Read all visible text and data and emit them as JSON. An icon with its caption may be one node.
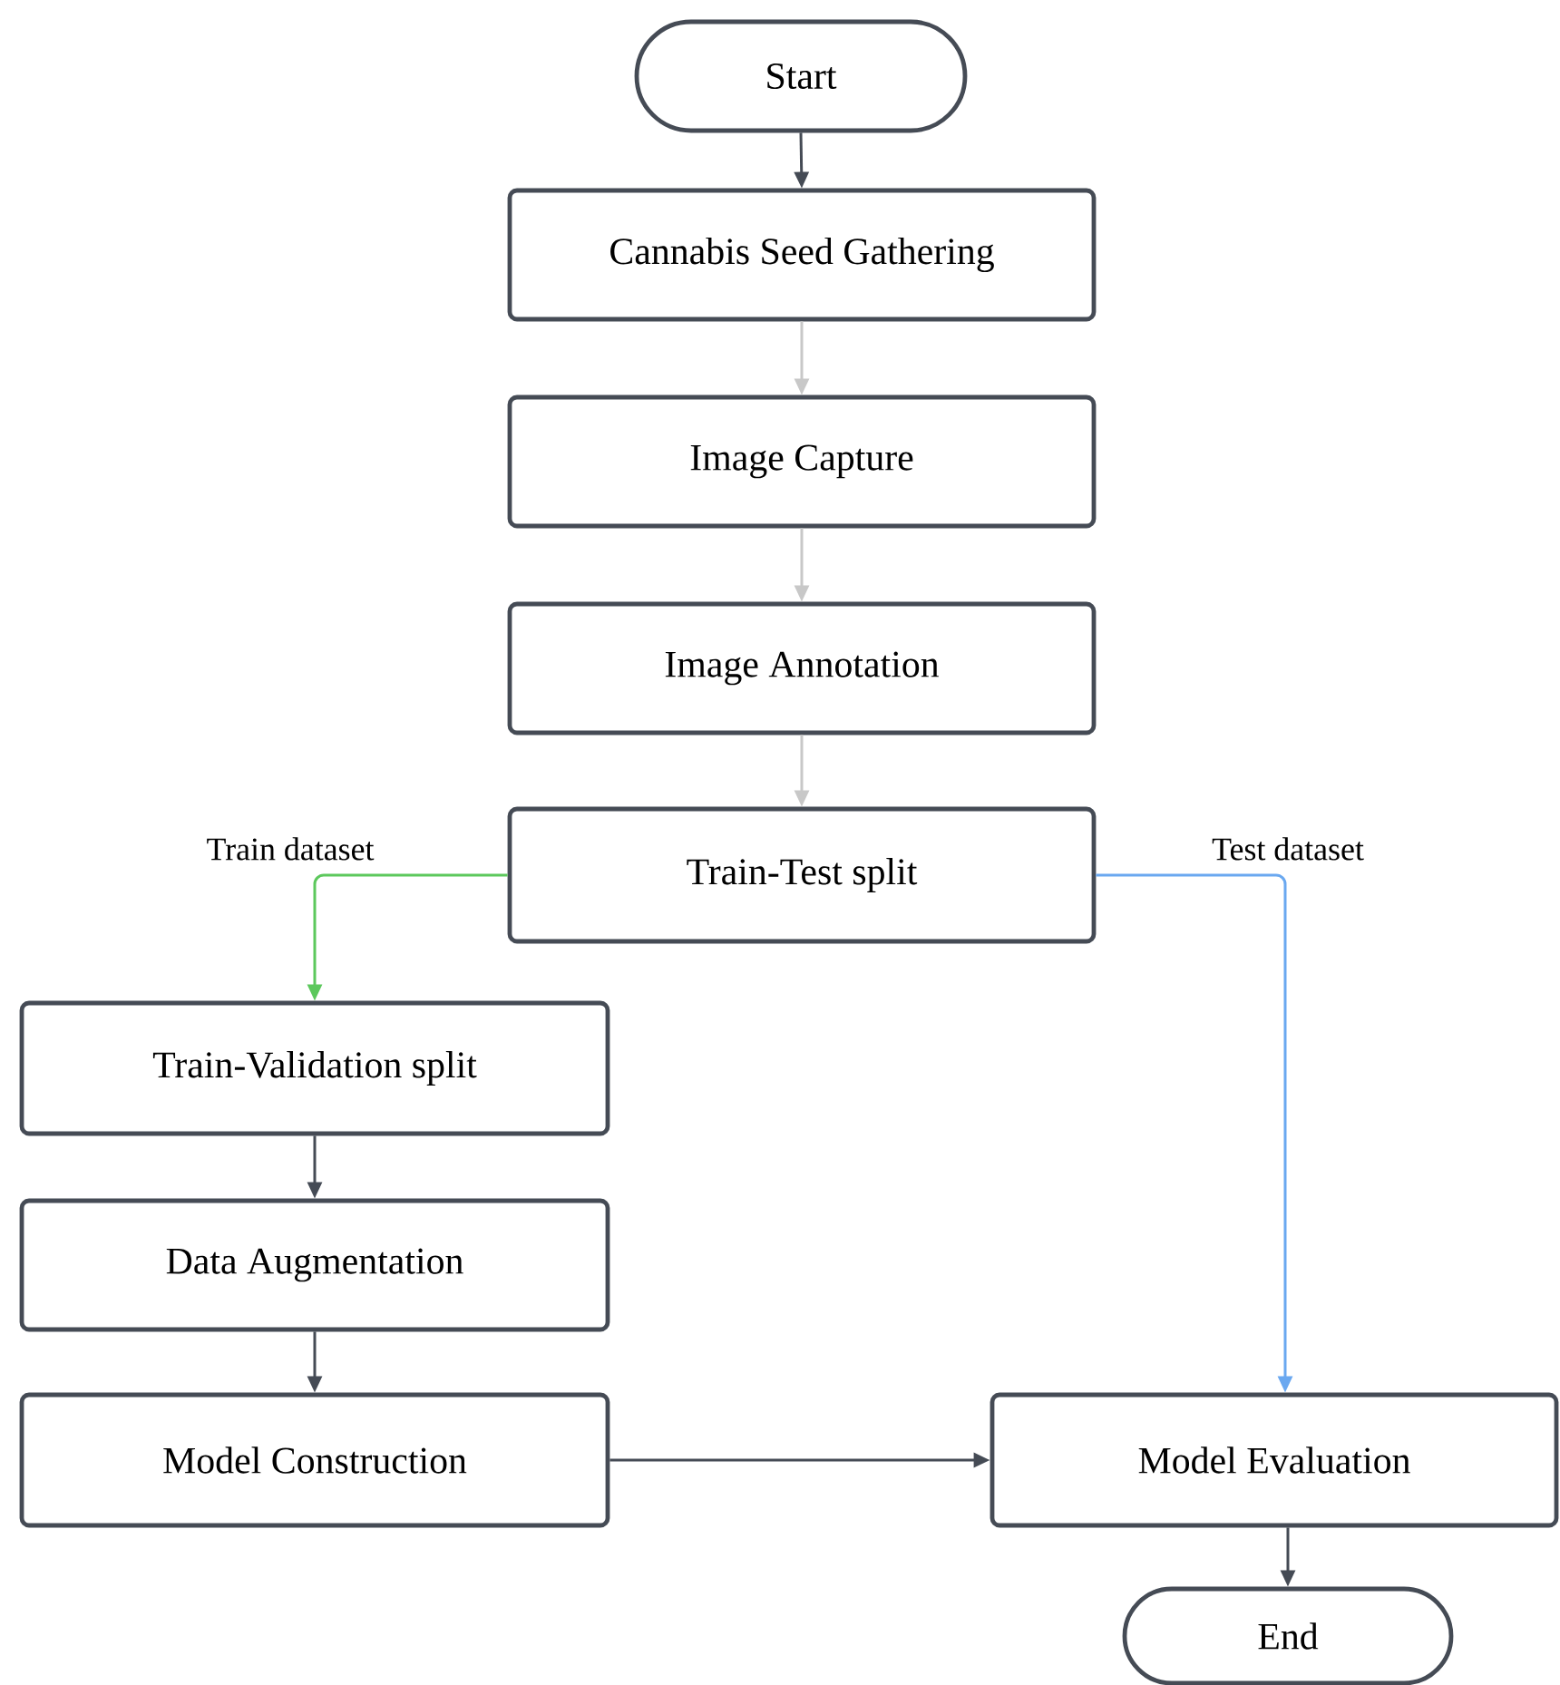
{
  "diagram": {
    "nodes": [
      {
        "text": [
          "Start"
        ]
      },
      {
        "text": [
          "Cannabis Seed Gathering"
        ]
      },
      {
        "text": [
          "Image Capture"
        ]
      },
      {
        "text": [
          "Image Annotation"
        ]
      },
      {
        "text": [
          "Train-Test split"
        ]
      },
      {
        "text": [
          "Train-Validation split"
        ]
      },
      {
        "text": [
          "Data Augmentation"
        ]
      },
      {
        "text": [
          "Model Construction"
        ]
      },
      {
        "text": [
          "Model Evaluation"
        ]
      },
      {
        "text": [
          "End"
        ]
      }
    ],
    "edges": [
      {
        "from": 0,
        "to": 1,
        "arrow": "to"
      },
      {
        "from": 1,
        "to": 2,
        "arrow": "to",
        "color": "#c8c8c8"
      },
      {
        "from": 2,
        "to": 3,
        "arrow": "to",
        "color": "#c8c8c8"
      },
      {
        "from": 3,
        "to": 4,
        "arrow": "to",
        "color": "#c8c8c8"
      },
      {
        "from": 4,
        "to": 5,
        "arrow": "to",
        "label": "Train dataset",
        "color": "#5cc85c"
      },
      {
        "from": 4,
        "to": 8,
        "arrow": "to",
        "label": "Test dataset",
        "color": "#6aa8f0"
      },
      {
        "from": 5,
        "to": 6,
        "arrow": "to"
      },
      {
        "from": 6,
        "to": 7,
        "arrow": "to"
      },
      {
        "from": 7,
        "to": 8,
        "arrow": "to"
      },
      {
        "from": 8,
        "to": 9,
        "arrow": "to"
      }
    ]
  }
}
